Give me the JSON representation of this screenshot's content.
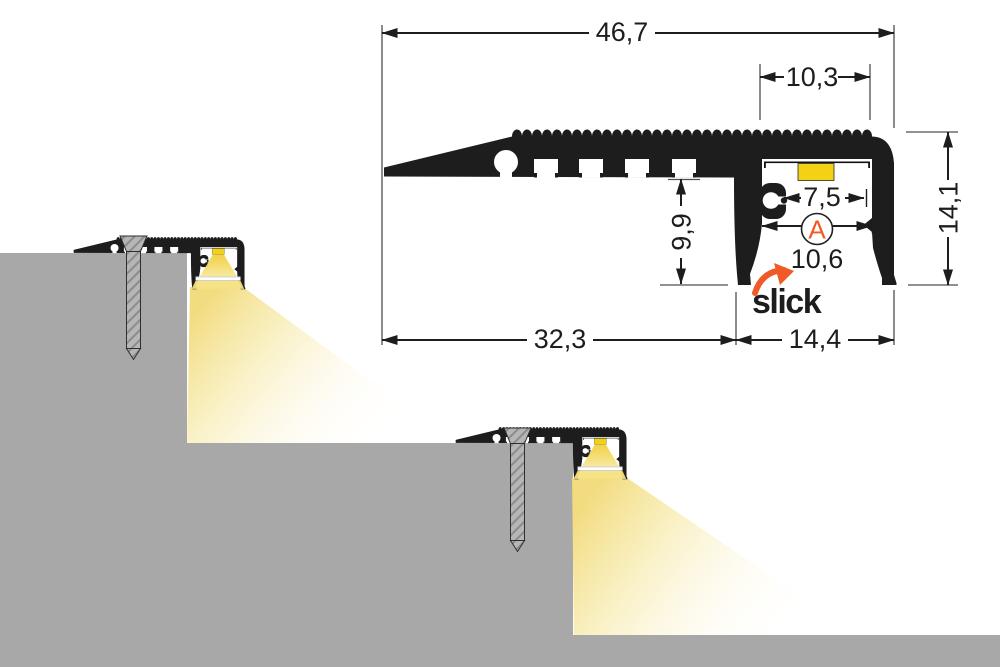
{
  "drawing": {
    "brand": "slick",
    "detail_marker": "A",
    "dimensions": {
      "overall_width": "46,7",
      "inner_top_width": "10,3",
      "overall_height": "14,1",
      "clip_width": "7,5",
      "opening_width": "10,6",
      "front_leg_height": "9,9",
      "tread_depth": "32,3",
      "nose_width": "14,4"
    },
    "colors": {
      "profile_black": "#1d1d1d",
      "led_yellow": "#f2d117",
      "light_beam": "#f2da79",
      "step_gray": "#a8a8a8",
      "brand_orange": "#f05a28"
    }
  }
}
